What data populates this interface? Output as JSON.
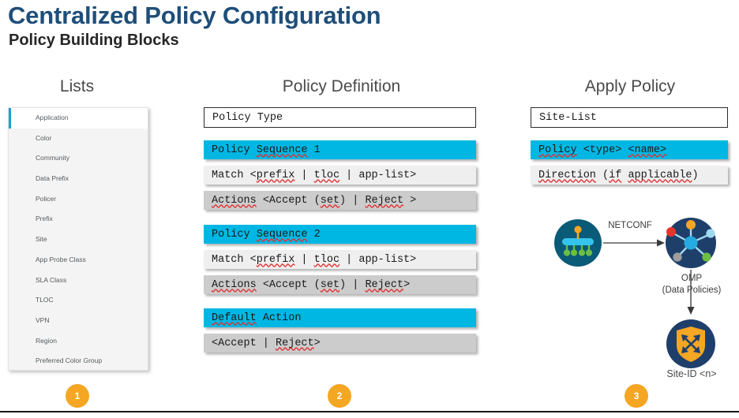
{
  "header": {
    "title": "Centralized Policy Configuration",
    "subtitle": "Policy Building Blocks",
    "title_color": "#1f4e79"
  },
  "columns": {
    "lists": {
      "heading": "Lists",
      "badge": "1"
    },
    "definition": {
      "heading": "Policy Definition",
      "badge": "2"
    },
    "apply": {
      "heading": "Apply Policy",
      "badge": "3"
    }
  },
  "lists_panel": {
    "selected_index": 0,
    "accent_color": "#1aa0d8",
    "items": [
      {
        "label": "Application"
      },
      {
        "label": "Color"
      },
      {
        "label": "Community"
      },
      {
        "label": "Data Prefix"
      },
      {
        "label": "Policer"
      },
      {
        "label": "Prefix"
      },
      {
        "label": "Site"
      },
      {
        "label": "App Probe Class"
      },
      {
        "label": "SLA Class"
      },
      {
        "label": "TLOC"
      },
      {
        "label": "VPN"
      },
      {
        "label": "Region"
      },
      {
        "label": "Preferred Color Group"
      }
    ]
  },
  "policy_definition": {
    "policy_type_label": "Policy Type",
    "sequence_1": {
      "header": "Policy Sequence 1",
      "match": "Match <prefix | tloc | app-list>",
      "actions": "Actions <Accept (set) | Reject >"
    },
    "sequence_2": {
      "header": "Policy Sequence 2",
      "match": "Match <prefix | tloc | app-list>",
      "actions": "Actions <Accept (set) | Reject>"
    },
    "default_action": {
      "header": "Default Action",
      "body": "<Accept | Reject>"
    }
  },
  "apply_policy": {
    "site_list_label": "Site-List",
    "policy_row": "Policy <type> <name>",
    "direction_row": "Direction (if applicable)"
  },
  "diagram": {
    "netconf_label": "NETCONF",
    "omp_label": "OMP",
    "omp_sublabel": "(Data Policies)",
    "site_id_label": "Site-ID <n>",
    "nodes": [
      {
        "name": "vmanage",
        "colors": {
          "circle": "#0a5b77",
          "bar": "#35c4ed",
          "top": "#f5a623",
          "leaves": "#6cbe45"
        }
      },
      {
        "name": "vsmart",
        "colors": {
          "circle": "#1f3f6b",
          "hub": "#27aae1",
          "spokes": [
            "#f5a623",
            "#e8342a",
            "#9fd9f0",
            "#9e9e9e",
            "#6cbe45"
          ]
        }
      },
      {
        "name": "edge-router",
        "colors": {
          "circle": "#1f3f6b",
          "shield": "#f5a623",
          "arrows": "#1f3f6b"
        }
      }
    ]
  },
  "colors": {
    "cyan_row": "#00b7e4",
    "light_row": "#efefef",
    "mid_row": "#cccccc",
    "badge": "#f5a623",
    "squiggle": "#e03131"
  }
}
